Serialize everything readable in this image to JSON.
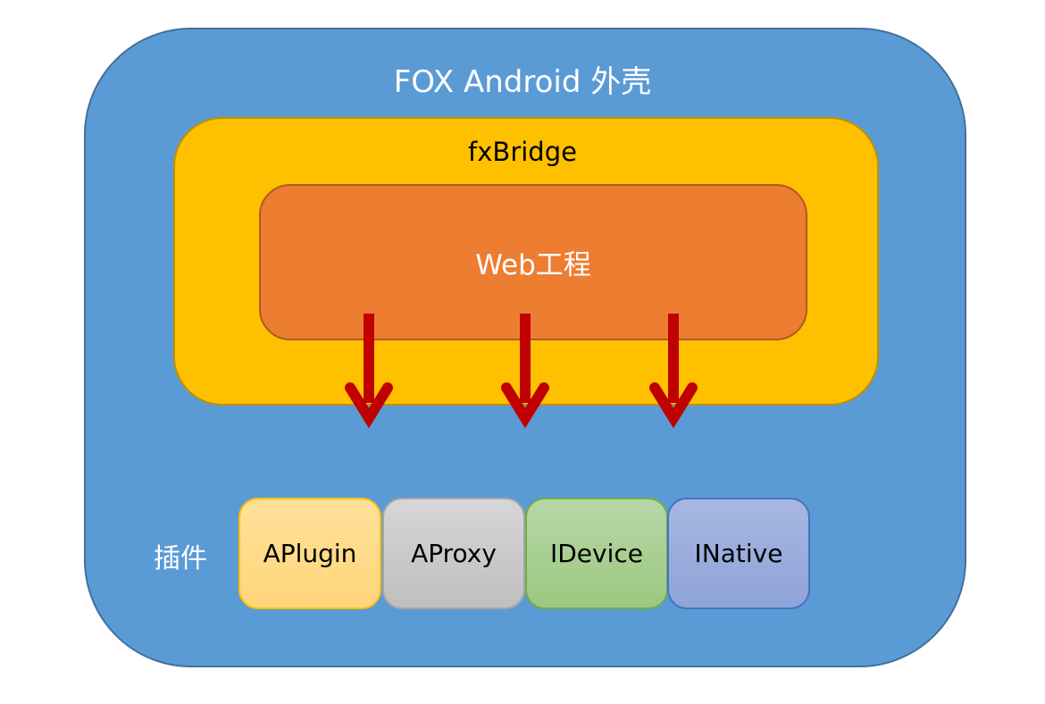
{
  "diagram": {
    "outer": {
      "title": "FOX Android 外壳",
      "color": "#5b9bd5"
    },
    "bridge": {
      "title": "fxBridge",
      "color": "#ffc000"
    },
    "web": {
      "label": "Web工程",
      "color": "#ed7d31"
    },
    "arrows": {
      "count": 3,
      "direction": "down",
      "color": "#c00000",
      "from": "Web工程",
      "to": "插件"
    },
    "plugins": {
      "label": "插件",
      "items": [
        {
          "name": "APlugin",
          "color": "#ffd57a"
        },
        {
          "name": "AProxy",
          "color": "#c9c9c9"
        },
        {
          "name": "IDevice",
          "color": "#a9d08e"
        },
        {
          "name": "INative",
          "color": "#8fa3d8"
        }
      ]
    }
  }
}
